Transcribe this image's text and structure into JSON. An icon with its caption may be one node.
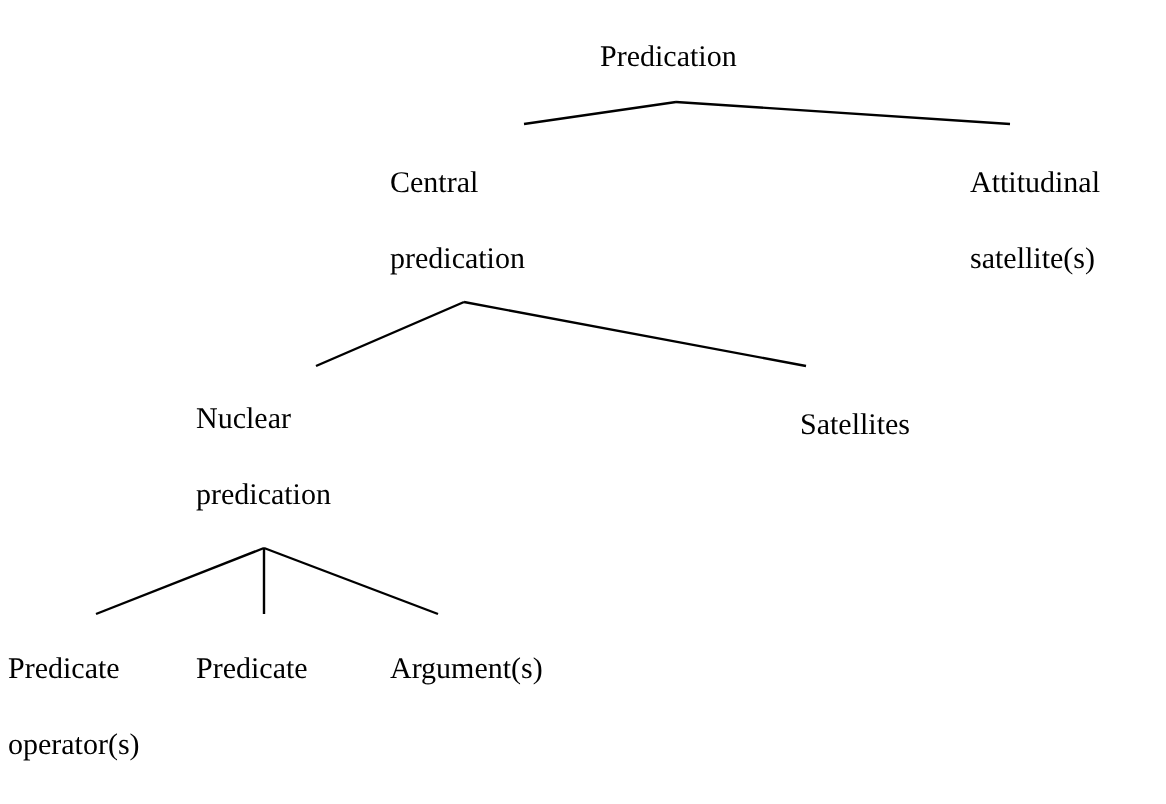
{
  "diagram": {
    "nodes": [
      {
        "text": [
          "Predication"
        ]
      },
      {
        "text": [
          "Central predication"
        ]
      },
      {
        "text": [
          "Attitudinal satellite(s)"
        ]
      },
      {
        "text": [
          "Nuclear predication"
        ]
      },
      {
        "text": [
          "Satellites"
        ]
      },
      {
        "text": [
          "Predicate operator(s)"
        ]
      },
      {
        "text": [
          "Predicate"
        ]
      },
      {
        "text": [
          "Argument(s)"
        ]
      }
    ],
    "edges": [
      {
        "from": 0,
        "to": 1,
        "arrow": "none"
      },
      {
        "from": 0,
        "to": 2,
        "arrow": "none"
      },
      {
        "from": 1,
        "to": 3,
        "arrow": "none"
      },
      {
        "from": 1,
        "to": 4,
        "arrow": "none"
      },
      {
        "from": 3,
        "to": 5,
        "arrow": "none"
      },
      {
        "from": 3,
        "to": 6,
        "arrow": "none"
      },
      {
        "from": 3,
        "to": 7,
        "arrow": "none"
      }
    ]
  }
}
